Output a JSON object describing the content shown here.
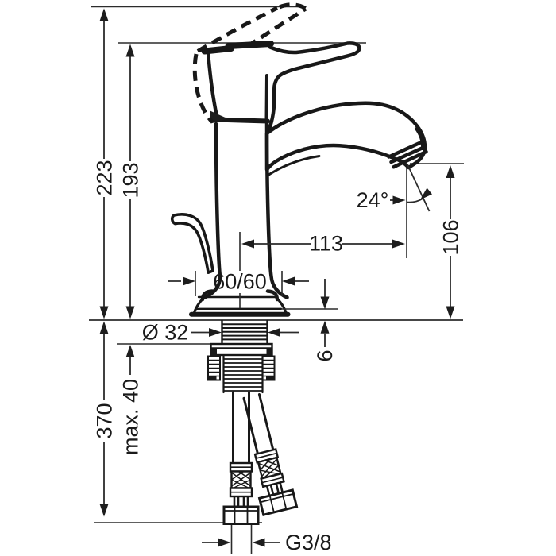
{
  "drawing": {
    "labels": {
      "total_height": "223",
      "handle_height": "193",
      "hose_length": "370",
      "max_deck_thickness": "max. 40",
      "base_plate": "60/60",
      "hole_diameter": "Ø 32",
      "base_height": "6",
      "spout_reach": "113",
      "outlet_height": "106",
      "spray_angle": "24°",
      "thread_size": "G3/8"
    }
  }
}
